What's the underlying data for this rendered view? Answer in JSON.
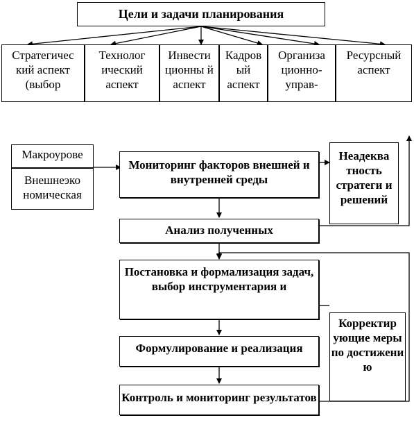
{
  "top": {
    "title": "Цели и задачи планирования",
    "aspects": [
      "Стратегичес кий аспект (выбор",
      "Технолог ический аспект",
      "Инвести ционны й аспект",
      "Кадров ый аспект",
      "Организа ционно- управ-",
      "Ресурсный аспект"
    ]
  },
  "left": {
    "macro": "Макроурове",
    "econ": "Внешнеэко номическая"
  },
  "flow": {
    "monitoring": "Мониторинг факторов внешней и внутренней среды",
    "analysis": "Анализ полученных",
    "tasks": "Постановка и формализация задач, выбор инструментария и",
    "formulation": "Формулирование и реализация",
    "control": "Контроль и мониторинг результатов"
  },
  "right": {
    "inadequacy": "Неадеква тность стратеги и решений",
    "corrective": "Корректир ующие меры по достижени ю"
  }
}
